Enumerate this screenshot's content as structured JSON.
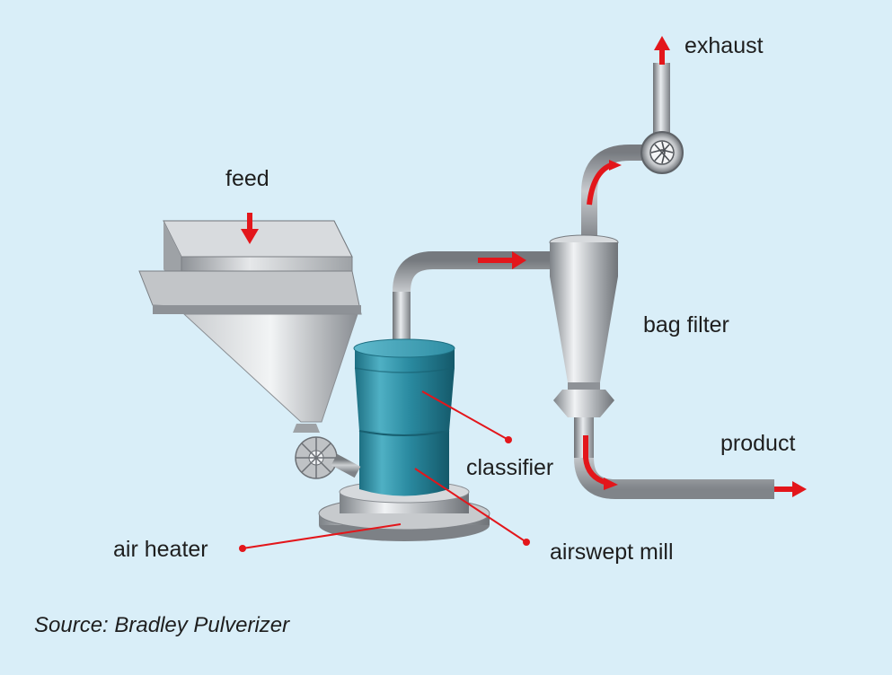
{
  "labels": {
    "feed": "feed",
    "exhaust": "exhaust",
    "bag_filter": "bag filter",
    "product": "product",
    "classifier": "classifier",
    "air_heater": "air heater",
    "airswept_mill": "airswept mill"
  },
  "source": "Source: Bradley Pulverizer",
  "colors": {
    "background": "#d9eef8",
    "arrow_red": "#e3161b",
    "mill_teal": "#2a8aa0",
    "steel": "#a7abaf"
  }
}
